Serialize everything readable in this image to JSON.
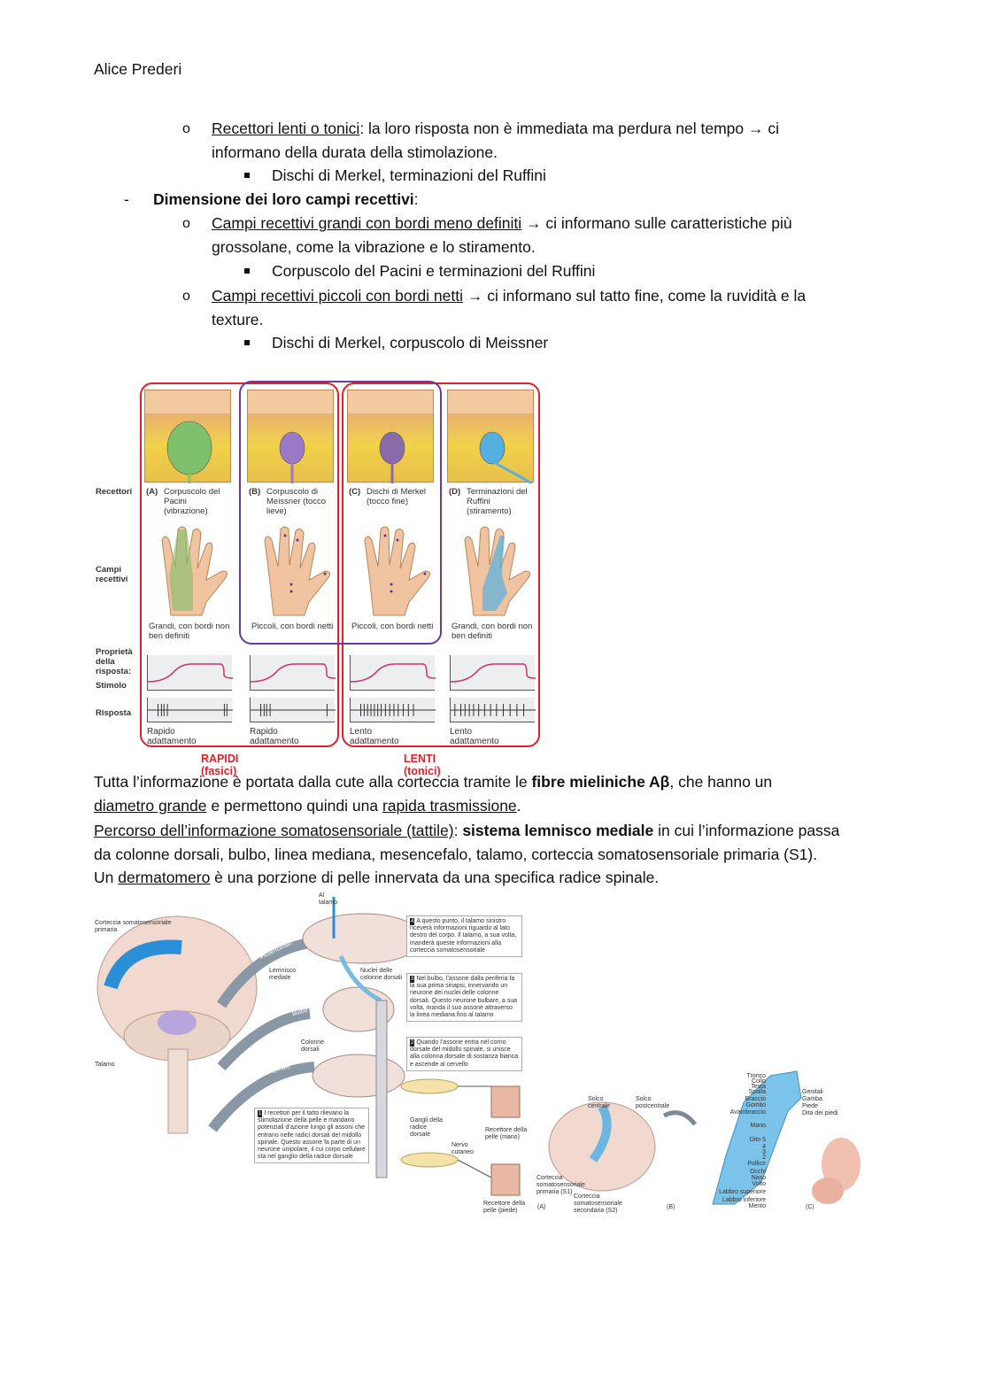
{
  "header": {
    "author": "Alice Prederi"
  },
  "list": {
    "item1": {
      "title": "Recettori lenti o tonici",
      "text": ": la loro risposta non è immediata ma perdura nel tempo → ci",
      "text2": "informano della durata della stimolazione.",
      "sub": "Dischi di Merkel, terminazioni del Ruffini"
    },
    "dash": {
      "title": "Dimensione dei loro campi recettivi",
      "colon": ":"
    },
    "item2": {
      "title": "Campi recettivi grandi con bordi meno definiti",
      "text": " → ci informano sulle caratteristiche più",
      "text2": "grossolane, come la vibrazione e lo stiramento.",
      "sub": "Corpuscolo del Pacini e terminazioni del Ruffini"
    },
    "item3": {
      "title": "Campi recettivi piccoli con bordi netti",
      "text": " → ci informano sul tatto fine, come la ruvidità e la",
      "text2": "texture.",
      "sub": "Dischi di Merkel, corpuscolo di Meissner"
    }
  },
  "figure1": {
    "row_labels": {
      "recettori": "Recettori",
      "campi": "Campi recettivi",
      "proprieta": "Proprietà della risposta:",
      "stimolo": "Stimolo",
      "risposta": "Risposta"
    },
    "columns": [
      {
        "letter": "(A)",
        "name": "Corpuscolo del Pacini (vibrazione)",
        "field": "Grandi, con bordi non ben definiti",
        "adapt": "Rapido adattamento",
        "color": "#7fc06a"
      },
      {
        "letter": "(B)",
        "name": "Corpuscolo di Meissner (tocco lieve)",
        "field": "Piccoli, con bordi netti",
        "adapt": "Rapido adattamento",
        "color": "#9a7ac8"
      },
      {
        "letter": "(C)",
        "name": "Dischi di Merkel (tocco fine)",
        "field": "Piccoli, con bordi netti",
        "adapt": "Lento adattamento",
        "color": "#8a6aa8"
      },
      {
        "letter": "(D)",
        "name": "Terminazioni del Ruffini (stiramento)",
        "field": "Grandi, con bordi non ben definiti",
        "adapt": "Lento adattamento",
        "color": "#55b0e0"
      }
    ],
    "categories": {
      "rapid": "RAPIDI (fasici)",
      "slow": "LENTI (tonici)"
    }
  },
  "paragraph": {
    "p1a": "Tutta l’informazione è portata dalla cute alla corteccia tramite le ",
    "p1b": "fibre mieliniche Aβ",
    "p1c": ", che hanno un",
    "p2a": "diametro grande",
    "p2b": " e permettono quindi una ",
    "p2c": "rapida trasmissione",
    "p2d": ".",
    "p3a": "Percorso dell’informazione somatosensoriale (tattile)",
    "p3b": ": ",
    "p3c": "sistema lemnisco mediale",
    "p3d": " in cui l’informazione passa",
    "p4": "da colonne dorsali, bulbo, linea mediana, mesencefalo, talamo, corteccia somatosensoriale primaria (S1).",
    "p5a": "Un ",
    "p5b": "dermatomero",
    "p5c": " è una porzione di pelle innervata da una specifica radice spinale."
  },
  "figure2": {
    "labels": {
      "cortex": "Corteccia somatosensoriale primaria",
      "talamo": "Talamo",
      "al_talamo": "Al talamo",
      "lemnisco": "Lemnisco mediale",
      "nuclei": "Nuclei delle colonne dorsali",
      "colonne": "Colonne dorsali",
      "gangli": "Gangli della radice dorsale",
      "nervo": "Nervo cutaneo",
      "rec_mano": "Recettore della pelle (mano)",
      "rec_piede": "Recettore della pelle (piede)",
      "mesencefalo": "Mesencefalo",
      "bulbo": "Bulbo",
      "midollo": "Midollo spinale"
    },
    "steps": [
      {
        "n": "1",
        "text": "I recettori per il tatto rilevano la stimolazione della pelle e mandano potenziali d’azione lungo gli assoni che entrano nelle radici dorsali del midollo spinale. Questo assone fa parte di un neurone unipolare, il cui corpo cellulare sta nel ganglio della radice dorsale"
      },
      {
        "n": "2",
        "text": "Quando l’assone entra nel corno dorsale del midollo spinale, si unisce alla colonna dorsale di sostanza bianca e ascende al cervello"
      },
      {
        "n": "3",
        "text": "Nel bulbo, l’assone dalla periferia fa la sua prima sinapsi, innervando un neurone dei nuclei delle colonne dorsali. Questo neurone bulbare, a sua volta, manda il suo assone attraverso la linea mediana fino al talamo"
      },
      {
        "n": "4",
        "text": "A questo punto, il talamo sinistro riceverà informazioni riguardo al lato destro del corpo. Il talamo, a sua volta, manderà queste informazioni alla corteccia somatosensoriale"
      }
    ],
    "brain_labels": {
      "centrale": "Solco centrale",
      "postcentrale": "Solco postcentrale",
      "s1": "Corteccia somatosensoriale primaria (S1)",
      "s2": "Corteccia somatosensoriale secondaria (S2)",
      "a": "(A)",
      "b": "(B)",
      "c": "(C)"
    },
    "homunculus_left": [
      "Tronco",
      "Collo",
      "Testa",
      "Spalla",
      "Braccio",
      "Gomito",
      "Avambraccio",
      "Mano",
      "Dito 5",
      "4",
      "3",
      "2",
      "Pollice",
      "Occhi",
      "Naso",
      "Volto",
      "Labbro superiore",
      "Labbro inferiore",
      "Mento"
    ],
    "homunculus_right": [
      "Genitali",
      "Gamba",
      "Piede",
      "Dita dei piedi"
    ]
  }
}
